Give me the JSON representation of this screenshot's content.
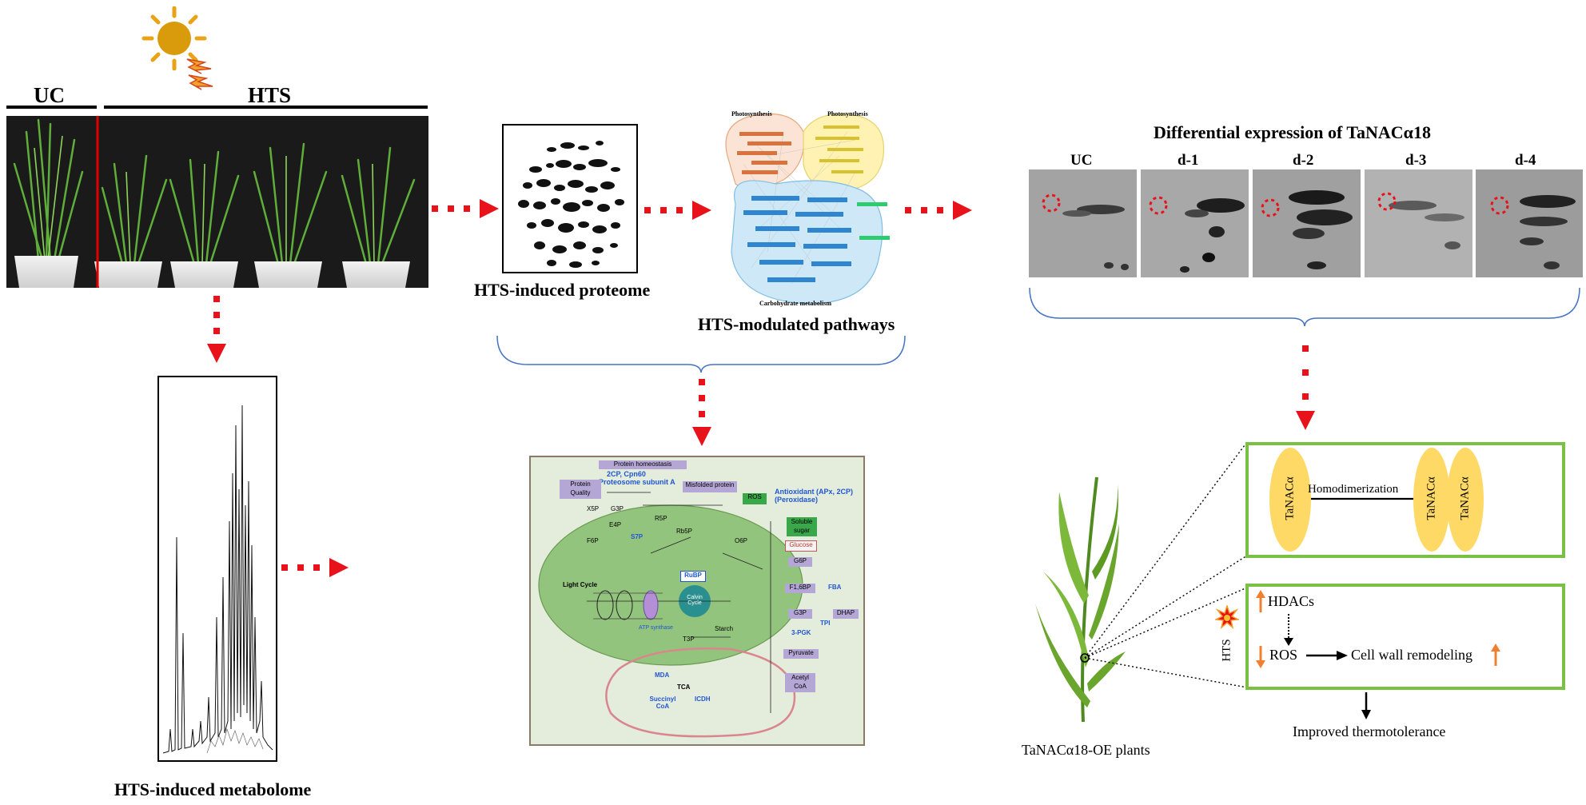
{
  "panel_uc_hts": {
    "uc_label": "UC",
    "hts_label": "HTS"
  },
  "labels": {
    "proteome": "HTS-induced proteome",
    "pathways": "HTS-modulated pathways",
    "metabolome": "HTS-induced metabolome"
  },
  "network": {
    "photo1": "Photosynthesis",
    "photo2": "Photosynthesis",
    "carb": "Carbohydrate metabolism"
  },
  "blots": {
    "title": "Differential expression of TaNACα18",
    "lanes": [
      "UC",
      "d-1",
      "d-2",
      "d-3",
      "d-4"
    ]
  },
  "model": {
    "tanac": "TaNACα",
    "homodimerization": "Homodimerization",
    "hdacs": "HDACs",
    "hts": "HTS",
    "ros": "ROS",
    "cell_wall": "Cell wall remodeling",
    "improved": "Improved thermotolerance",
    "oe_plants": "TaNACα18-OE plants"
  },
  "pathway_map": {
    "protein_homeostasis": "Protein homeostasis",
    "chaperones": "2CP, Cpn60",
    "proteasome": "Proteosome subunit A",
    "protein_quality": "Protein Quality",
    "misfolded": "Misfolded protein",
    "ros": "ROS",
    "antioxidant": "Antioxidant (APx, 2CP)",
    "peroxidase": "(Peroxidase)",
    "soluble_sugar": "Soluble sugar",
    "glucose": "Glucose",
    "g6p": "G6P",
    "f16bp": "F1,6BP",
    "fba": "FBA",
    "g3p": "G3P",
    "dhap": "DHAP",
    "tpi": "TPI",
    "pgk": "3-PGK",
    "pyruvate": "Pyruvate",
    "acetyl": "Acetyl CoA",
    "light_cycle": "Light Cycle",
    "rubp": "RuBP",
    "calvin": "Calvin Cycle",
    "starch": "Starch",
    "t3p": "T3P",
    "atp_synthase": "ATP synthase",
    "x5p": "X5P",
    "f6p": "F6P",
    "e4p": "E4P",
    "s7p": "S7P",
    "r5p": "R5P",
    "rb5p": "Rb5P",
    "o6p": "O6P",
    "mda": "MDA",
    "tca": "TCA",
    "succinyl": "Succinyl CoA",
    "icdh": "ICDH"
  },
  "colors": {
    "arrow_red": "#e8121a",
    "brace_blue": "#4472c4",
    "box_green": "#7ac143",
    "bubble_yellow": "#ffd966",
    "sun": "#e8a317",
    "accent_orange": "#f08030"
  }
}
